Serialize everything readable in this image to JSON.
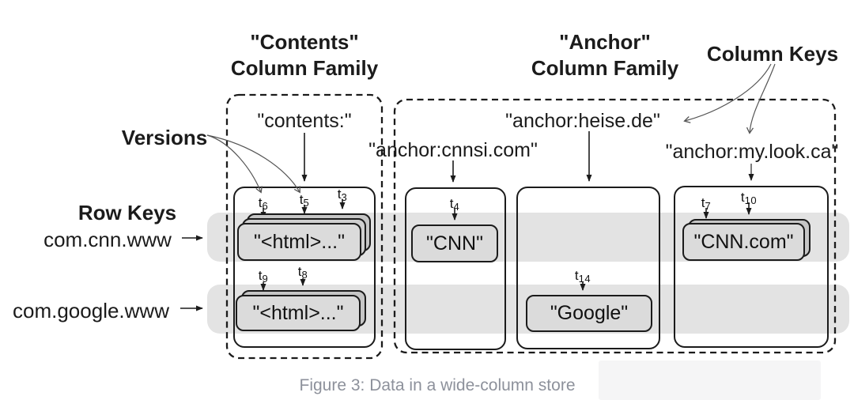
{
  "figure": {
    "caption": "Figure 3: Data in a wide-column store"
  },
  "labels": {
    "contents_family_line1": "\"Contents\"",
    "contents_family_line2": "Column Family",
    "anchor_family_line1": "\"Anchor\"",
    "anchor_family_line2": "Column Family",
    "column_keys": "Column Keys",
    "versions": "Versions",
    "row_keys": "Row Keys"
  },
  "row_keys": [
    "com.cnn.www",
    "com.google.www"
  ],
  "column_keys": [
    "\"contents:\"",
    "\"anchor:cnnsi.com\"",
    "\"anchor:heise.de\"",
    "\"anchor:my.look.ca\""
  ],
  "cells": [
    {
      "column": "contents:",
      "row": "com.cnn.www",
      "value": "\"<html>...\"",
      "versions": 3,
      "ts": [
        {
          "b": "t",
          "s": "6"
        },
        {
          "b": "t",
          "s": "5"
        },
        {
          "b": "t",
          "s": "3"
        }
      ]
    },
    {
      "column": "contents:",
      "row": "com.google.www",
      "value": "\"<html>...\"",
      "versions": 2,
      "ts": [
        {
          "b": "t",
          "s": "9"
        },
        {
          "b": "t",
          "s": "8"
        }
      ]
    },
    {
      "column": "anchor:cnnsi.com",
      "row": "com.cnn.www",
      "value": "\"CNN\"",
      "versions": 1,
      "ts": [
        {
          "b": "t",
          "s": "4"
        }
      ]
    },
    {
      "column": "anchor:heise.de",
      "row": "com.google.www",
      "value": "\"Google\"",
      "versions": 1,
      "ts": [
        {
          "b": "t",
          "s": "14"
        }
      ]
    },
    {
      "column": "anchor:my.look.ca",
      "row": "com.cnn.www",
      "value": "\"CNN.com\"",
      "versions": 2,
      "ts": [
        {
          "b": "t",
          "s": "7"
        },
        {
          "b": "t",
          "s": "10"
        }
      ]
    }
  ],
  "colors": {
    "row_band": "#e3e3e3",
    "cell_fill": "#dbdbdb",
    "cell_back_fill": "#c6c6c6",
    "border": "#1b1b1b",
    "curve_arrow": "#555555",
    "caption_text": "#8d919b"
  }
}
